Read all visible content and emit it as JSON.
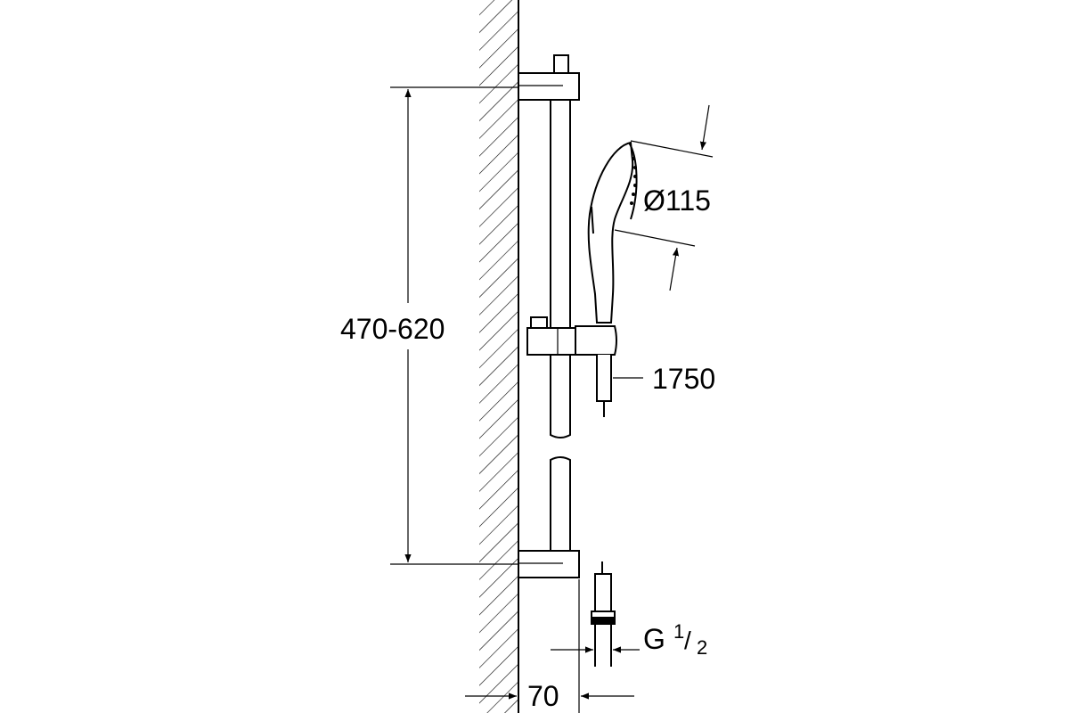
{
  "dimensions": {
    "rail_height": "470-620",
    "handshower_diameter": "Ø115",
    "hose_length": "1750",
    "wall_offset": "70",
    "connection_thread": {
      "letter": "G",
      "numerator": "1",
      "denominator": "2"
    }
  }
}
